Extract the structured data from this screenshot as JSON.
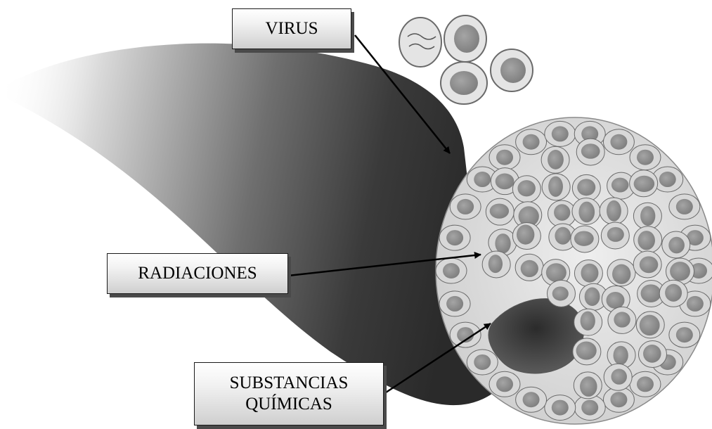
{
  "labels": {
    "virus": "VIRUS",
    "radiation": "RADIACIONES",
    "chemicals_line1": "SUBSTANCIAS",
    "chemicals_line2": "QUÍMICAS"
  },
  "colors": {
    "tissue_dark": "#3c3c3c",
    "cell_fill": "#d8d8d8",
    "nucleus": "#8f8f8f",
    "cell_border": "#6a6a6a"
  }
}
